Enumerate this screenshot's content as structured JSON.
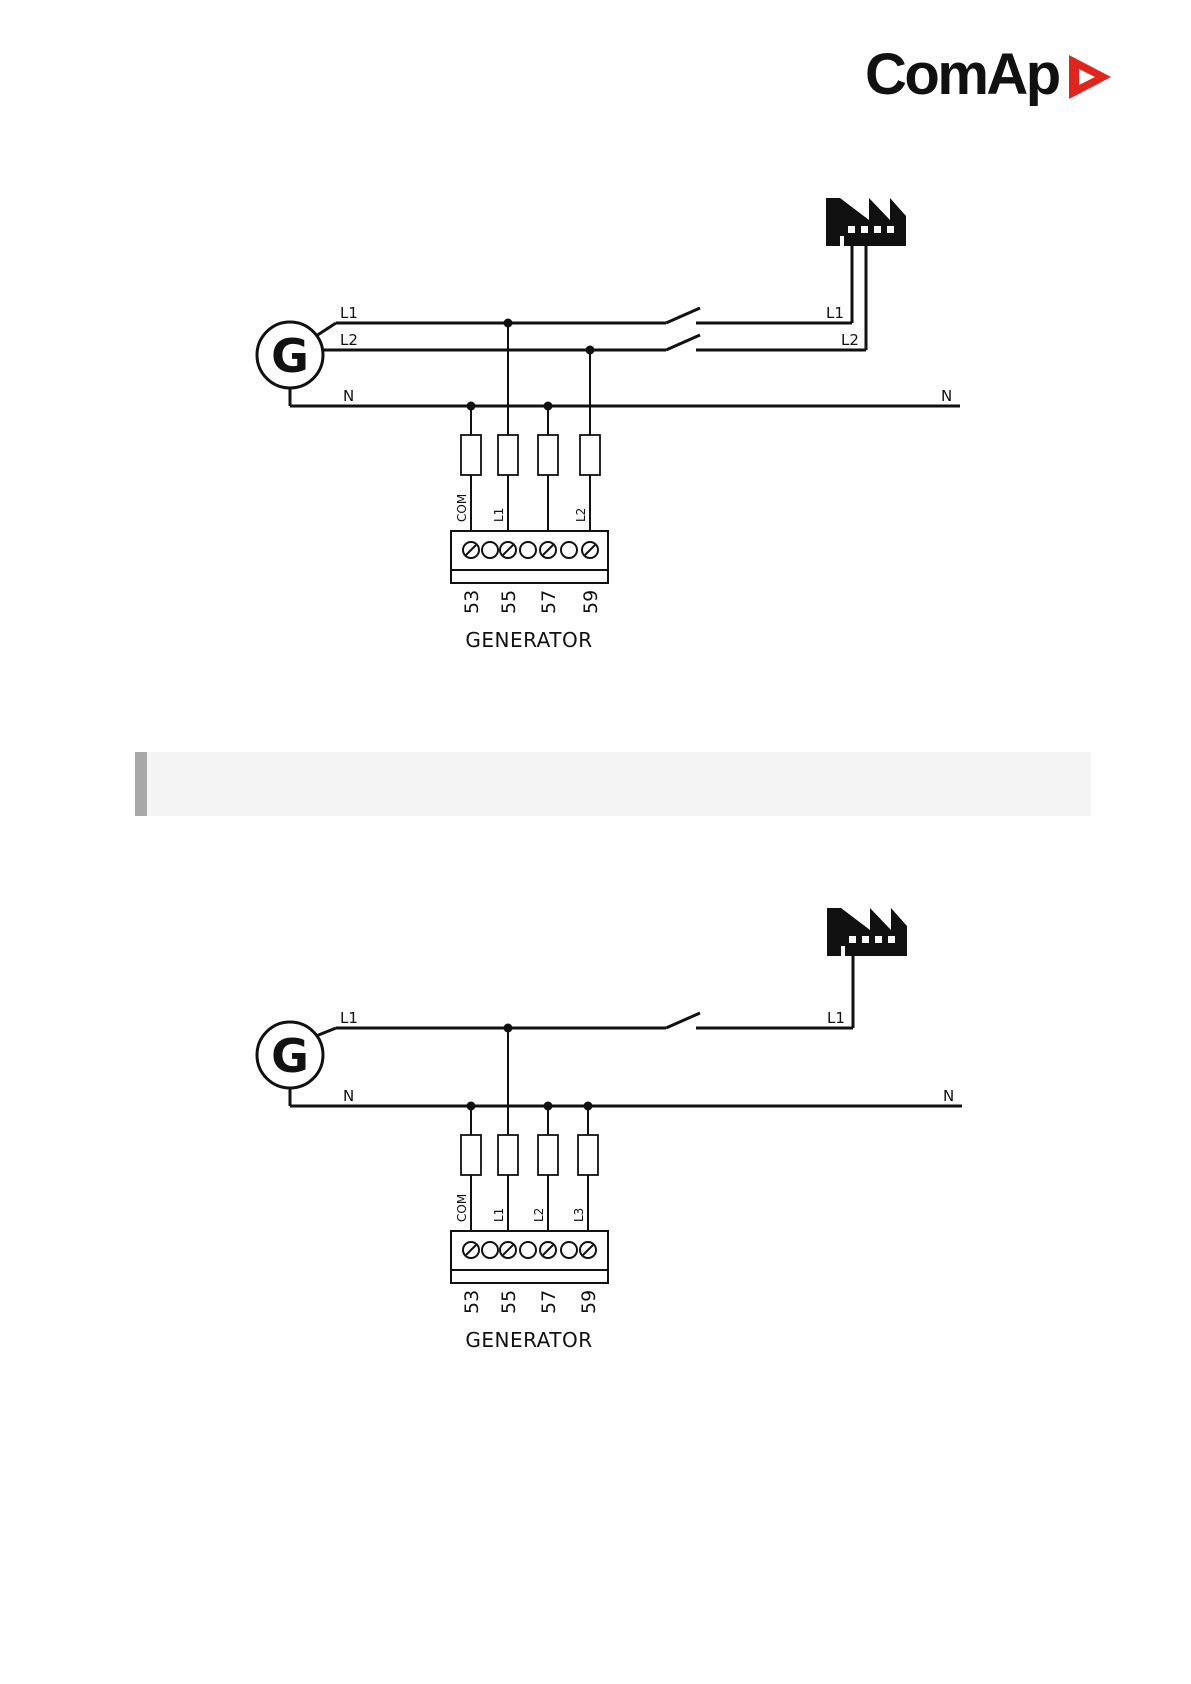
{
  "header": {
    "logo_text": "ComAp",
    "brand_color": "#E1251B"
  },
  "diagram_1": {
    "generator_symbol": "G",
    "gen_labels": [
      "L1",
      "L2"
    ],
    "neutral_label": "N",
    "load_labels": [
      "L1",
      "L2"
    ],
    "fuse_labels": [
      "COM",
      "L1",
      "L2"
    ],
    "terminal_numbers": [
      "53",
      "55",
      "57",
      "59"
    ],
    "caption": "GENERATOR"
  },
  "diagram_2": {
    "generator_symbol": "G",
    "gen_labels": [
      "L1"
    ],
    "neutral_label": "N",
    "load_labels": [
      "L1"
    ],
    "fuse_labels": [
      "COM",
      "L1",
      "L2",
      "L3"
    ],
    "terminal_numbers": [
      "53",
      "55",
      "57",
      "59"
    ],
    "caption": "GENERATOR"
  },
  "note": {
    "text": ""
  }
}
